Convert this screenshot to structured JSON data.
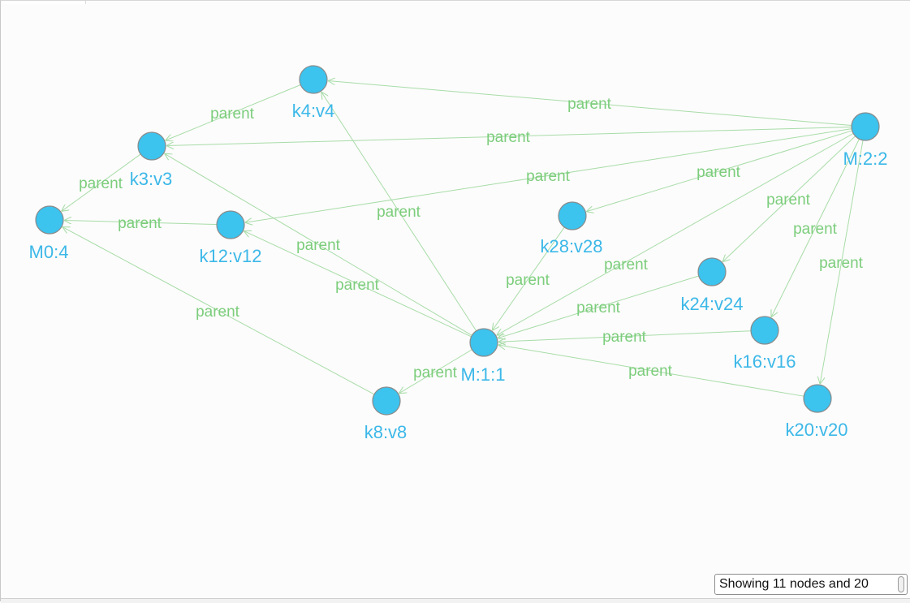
{
  "colors": {
    "node_fill": "#3cc3ee",
    "node_label": "#3cb8e8",
    "edge": "#a8dca8",
    "edge_label": "#7ccd7c"
  },
  "graph": {
    "nodes": [
      {
        "id": "M0:4",
        "label": "M0:4"
      },
      {
        "id": "k3:v3",
        "label": "k3:v3"
      },
      {
        "id": "k4:v4",
        "label": "k4:v4"
      },
      {
        "id": "k12:v12",
        "label": "k12:v12"
      },
      {
        "id": "k8:v8",
        "label": "k8:v8"
      },
      {
        "id": "M:1:1",
        "label": "M:1:1"
      },
      {
        "id": "k28:v28",
        "label": "k28:v28"
      },
      {
        "id": "k24:v24",
        "label": "k24:v24"
      },
      {
        "id": "k16:v16",
        "label": "k16:v16"
      },
      {
        "id": "k20:v20",
        "label": "k20:v20"
      },
      {
        "id": "M:2:2",
        "label": "M:2:2"
      }
    ],
    "edges": [
      {
        "source": "M:2:2",
        "target": "k4:v4",
        "label": "parent"
      },
      {
        "source": "M:2:2",
        "target": "k3:v3",
        "label": "parent"
      },
      {
        "source": "M:2:2",
        "target": "k12:v12",
        "label": "parent"
      },
      {
        "source": "M:2:2",
        "target": "k28:v28",
        "label": "parent"
      },
      {
        "source": "M:2:2",
        "target": "M:1:1",
        "label": "parent"
      },
      {
        "source": "M:2:2",
        "target": "k24:v24",
        "label": "parent"
      },
      {
        "source": "M:2:2",
        "target": "k16:v16",
        "label": "parent"
      },
      {
        "source": "M:2:2",
        "target": "k20:v20",
        "label": "parent"
      },
      {
        "source": "k4:v4",
        "target": "k3:v3",
        "label": "parent"
      },
      {
        "source": "k3:v3",
        "target": "M0:4",
        "label": "parent"
      },
      {
        "source": "k12:v12",
        "target": "M0:4",
        "label": "parent"
      },
      {
        "source": "k8:v8",
        "target": "M0:4",
        "label": "parent"
      },
      {
        "source": "M:1:1",
        "target": "k4:v4",
        "label": "parent"
      },
      {
        "source": "M:1:1",
        "target": "k3:v3",
        "label": "parent"
      },
      {
        "source": "M:1:1",
        "target": "k12:v12",
        "label": "parent"
      },
      {
        "source": "M:1:1",
        "target": "k8:v8",
        "label": "parent"
      },
      {
        "source": "k28:v28",
        "target": "M:1:1",
        "label": "parent"
      },
      {
        "source": "k24:v24",
        "target": "M:1:1",
        "label": "parent"
      },
      {
        "source": "k16:v16",
        "target": "M:1:1",
        "label": "parent"
      },
      {
        "source": "k20:v20",
        "target": "M:1:1",
        "label": "parent"
      }
    ]
  },
  "status": {
    "text": "Showing 11 nodes and 20"
  }
}
